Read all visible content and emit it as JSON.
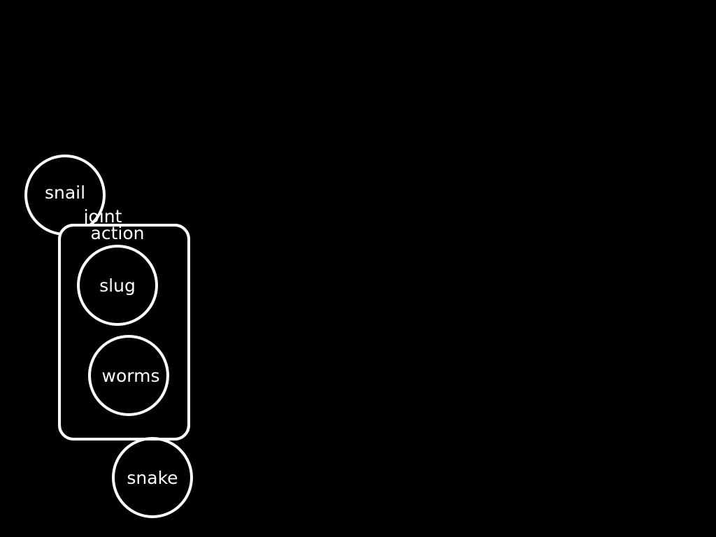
{
  "nodes": {
    "snail": "snail",
    "slug": "slug",
    "worms": "worms",
    "snake": "snake"
  },
  "group": {
    "label_line1": "joint",
    "label_line2": "action"
  },
  "colors": {
    "background": "#000000",
    "stroke": "#ffffff",
    "text": "#ffffff"
  }
}
